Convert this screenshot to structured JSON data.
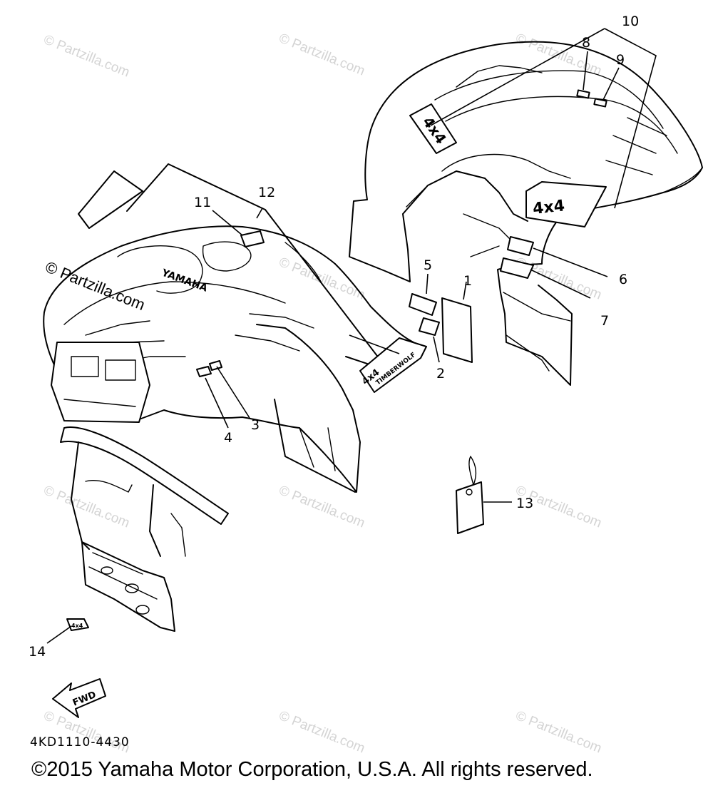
{
  "watermark": "© Partzilla.com",
  "watermark_prominent": "© Partzilla.com",
  "callouts": [
    "1",
    "2",
    "3",
    "4",
    "5",
    "6",
    "7",
    "8",
    "9",
    "10",
    "11",
    "12",
    "13",
    "14"
  ],
  "decals": {
    "rear_4x4": "4x4",
    "side_4x4": "4x4",
    "yamaha": "YAMAHA",
    "timberwolf_4x4": "4x4",
    "timberwolf_name": "TIMBERWOLF",
    "guard_4x4": "4x4",
    "fwd": "FWD"
  },
  "footer": {
    "part_code": "4KD1110-4430",
    "copyright": "©2015 Yamaha Motor Corporation, U.S.A. All rights reserved."
  }
}
